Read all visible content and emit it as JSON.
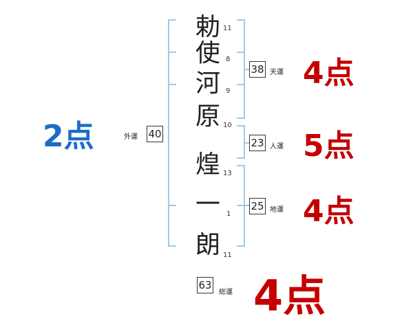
{
  "name_chars": [
    {
      "char": "勅",
      "strokes": "11"
    },
    {
      "char": "使",
      "strokes": "8"
    },
    {
      "char": "河",
      "strokes": "9"
    },
    {
      "char": "原",
      "strokes": "10"
    },
    {
      "char": "煌",
      "strokes": "13"
    },
    {
      "char": "一",
      "strokes": "1"
    },
    {
      "char": "朗",
      "strokes": "11"
    }
  ],
  "fortunes": {
    "tenkaku": {
      "label": "天運",
      "value": "38",
      "score": "4点"
    },
    "jinkaku": {
      "label": "人運",
      "value": "23",
      "score": "5点"
    },
    "chikaku": {
      "label": "地運",
      "value": "25",
      "score": "4点"
    },
    "gaikaku": {
      "label": "外運",
      "value": "40",
      "score": "2点"
    },
    "soukaku": {
      "label": "総運",
      "value": "63",
      "score": "4点"
    }
  },
  "colors": {
    "score_red": "#c40000",
    "score_blue": "#1c6dc7",
    "bracket": "#9dcaea"
  }
}
